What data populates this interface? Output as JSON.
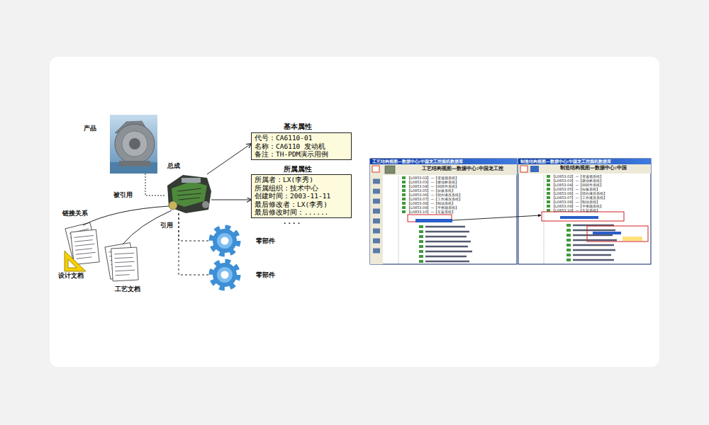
{
  "diagram": {
    "nodes": [
      {
        "text": [
          "产品"
        ]
      },
      {
        "text": [
          "总成"
        ]
      },
      {
        "text": [
          "基本属性",
          "代号：CA6110-01",
          "名称：CA6110 发动机",
          "备注：TH-PDM演示用例"
        ]
      },
      {
        "text": [
          "所属属性",
          "所属者：LX(李秀)",
          "所属组织：技术中心",
          "创建时间：2003-11-11",
          "最后修改者：LX(李秀)",
          "最后修改时间：......"
        ]
      },
      {
        "text": [
          "设计文档"
        ]
      },
      {
        "text": [
          "工艺文档"
        ]
      },
      {
        "text": [
          "零部件"
        ]
      },
      {
        "text": [
          "零部件"
        ]
      },
      {
        "text": [
          "工艺结构视图—数据中心:中国龙工挖掘机数据库",
          "工艺结构视图—数据中心:中国龙工挖"
        ]
      },
      {
        "text": [
          "制造结构视图—数据中心:中国龙工挖掘机数据库",
          "制造结构视图—数据中心:中国"
        ]
      }
    ],
    "edges": [
      {
        "from": 0,
        "to": 1,
        "arrow": "none",
        "label": "被引用"
      },
      {
        "from": 1,
        "to": 2,
        "arrow": "to"
      },
      {
        "from": 1,
        "to": 3,
        "arrow": "to"
      },
      {
        "from": 1,
        "to": 6,
        "arrow": "none",
        "label": "引用"
      },
      {
        "from": 1,
        "to": 7,
        "arrow": "none"
      },
      {
        "from": 4,
        "to": 1,
        "arrow": "none",
        "label": "链接关系"
      },
      {
        "from": 5,
        "to": 1,
        "arrow": "none"
      }
    ],
    "labels": [
      "· · · ·",
      "【L0853.02】—【变速箱系统】",
      "【L0853.03】—【驱动桥系统】",
      "【L0853.04】—【回转件系统】",
      "【L0853.05】—【操纵系统】",
      "【L0853.06】—【转向液压系统】",
      "【L0853.07】—【工作液压系统】",
      "【L0853.08】—【制动系统】",
      "【L0853.09】—【平衡箱系统】",
      "【L0853.10】—【车架系统】",
      "【L0853.02】—【变速箱系统】",
      "【L0853.03】—【驱动桥系统】",
      "【L0853.04】—【回转件系统】",
      "【L0853.05】—【操纵系统】",
      "【L0853.06】—【转向液压系统】",
      "【L0853.07】—【工作液压系统】",
      "【L0853.08】—【制动系统】",
      "【L0853.09】—【平衡箱系统】",
      "【L0853.10】—【车架系统】"
    ]
  }
}
